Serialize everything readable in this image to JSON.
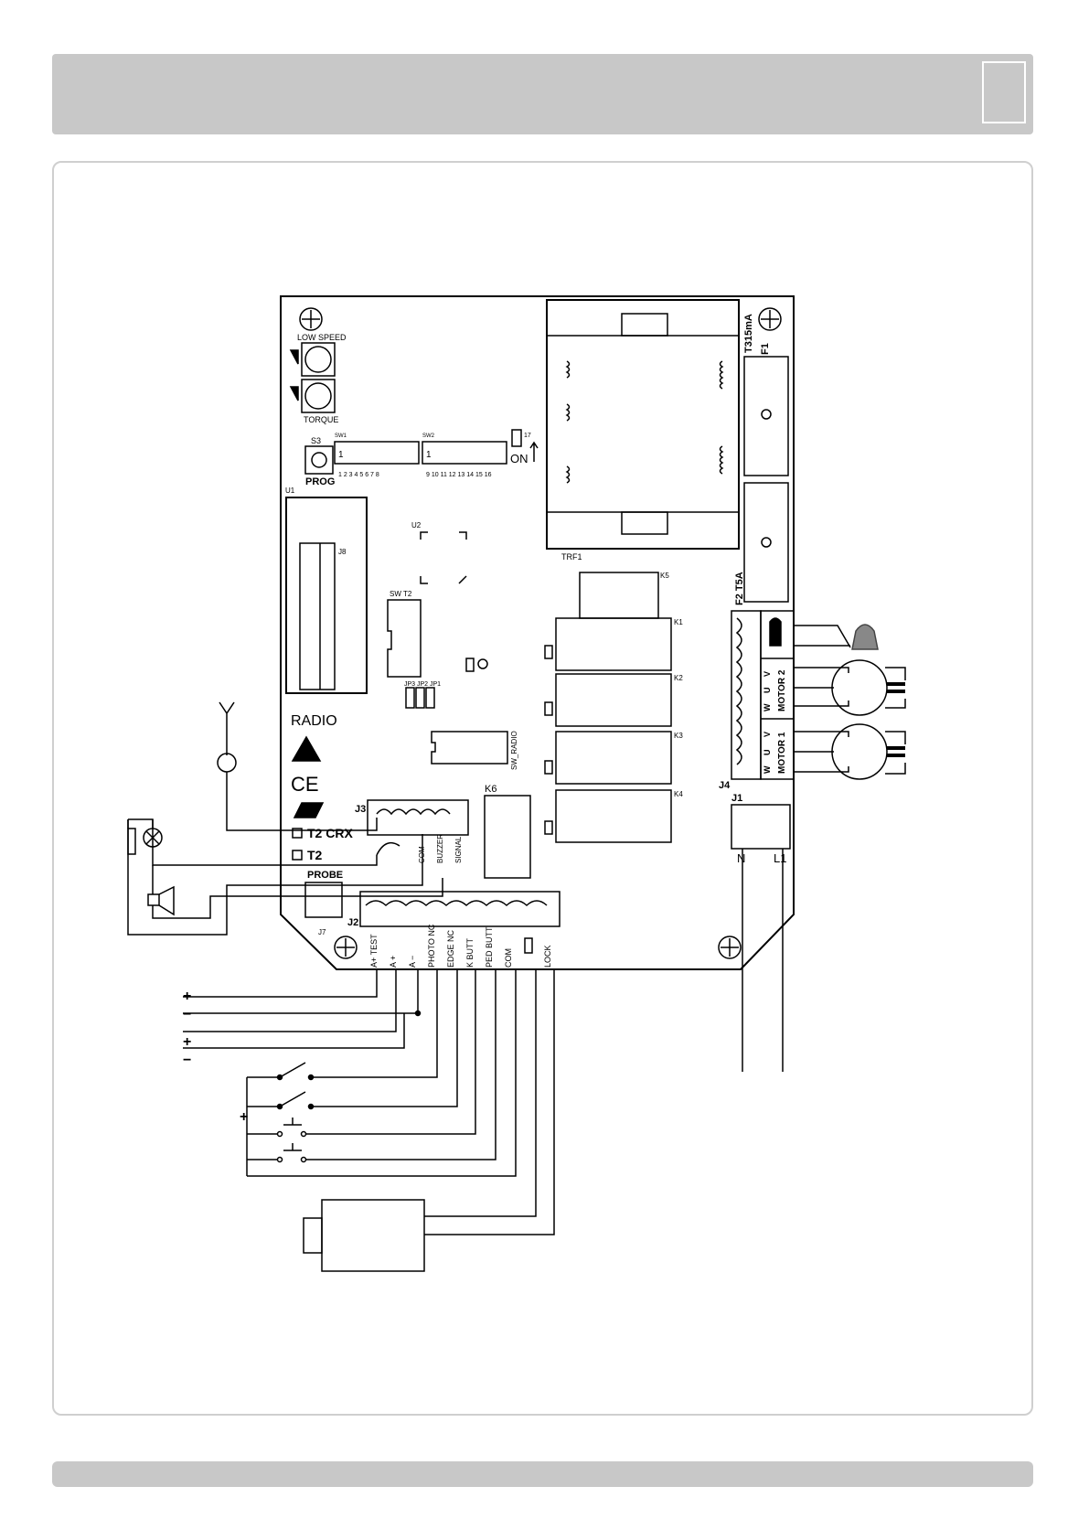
{
  "board": {
    "low_speed": "LOW SPEED",
    "torque": "TORQUE",
    "s3": "S3",
    "prog": "PROG",
    "sw1": "SW1",
    "sw2": "SW2",
    "dip_one_a": "1",
    "dip_one_b": "1",
    "dip_nums_a": "1 2 3 4 5 6 7 8",
    "dip_nums_b": "9 10 11 12 13 14 15 16",
    "seventeen": "17",
    "on": "ON",
    "trf1": "TRF1",
    "t315ma": "T315mA",
    "f1": "F1",
    "f2t5a": "F2 T5A",
    "u1": "U1",
    "u2": "U2",
    "j8": "J8",
    "sw_t2": "SW   T2",
    "k1": "K1",
    "k2": "K2",
    "k3": "K3",
    "k4": "K4",
    "k5": "K5",
    "k6": "K6",
    "jp": "JP3 JP2 JP1",
    "sw_radio": "SW_RADIO",
    "radio": "RADIO",
    "ce": "CE",
    "j3": "J3",
    "t2crx": "T2 CRX",
    "t2": "T2",
    "probe": "PROBE",
    "j7": "J7",
    "j2": "J2",
    "j4": "J4",
    "j1": "J1",
    "n": "N",
    "l1": "L1",
    "motor1": "MOTOR 1",
    "motor2": "MOTOR 2",
    "uvw_v": "V",
    "uvw_u": "U",
    "uvw_w": "W",
    "j3_terminals": [
      "COM",
      "BUZZER",
      "SIGNAL"
    ],
    "j2_terminals": [
      "A+ TEST",
      "A +",
      "A −",
      "PHOTO NC",
      "EDGE NC",
      "K BUTT",
      "PED BUTT",
      "COM",
      "LOCK"
    ]
  },
  "power_signs": [
    "+",
    "−",
    "+",
    "−"
  ],
  "button_plus": "+"
}
